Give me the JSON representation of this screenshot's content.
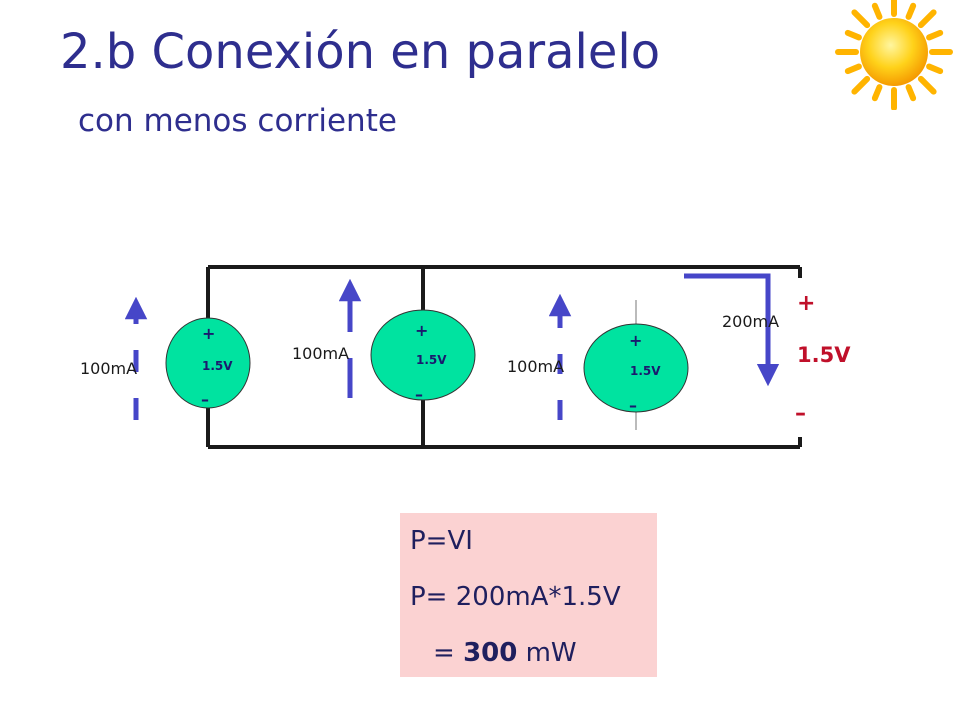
{
  "slide": {
    "title": "2.b Conexión en paralelo",
    "subtitle": "con menos corriente"
  },
  "circuit": {
    "cells": [
      {
        "plus": "+",
        "voltage": "1.5V",
        "minus": "–",
        "current": "100mA"
      },
      {
        "plus": "+",
        "voltage": "1.5V",
        "minus": "–",
        "current": "100mA"
      },
      {
        "plus": "+",
        "voltage": "1.5V",
        "minus": "–",
        "current": "100mA"
      }
    ],
    "output": {
      "current": "200mA",
      "plus": "+",
      "voltage": "1.5V",
      "minus": "–"
    }
  },
  "power": {
    "formula": "P=VI",
    "calc": "P= 200mA*1.5V",
    "result_prefix": "= ",
    "result_value": "300",
    "result_unit": " mW"
  },
  "colors": {
    "title": "#2e2e8e",
    "cell_fill": "#00e3a0",
    "arrow": "#4646c8",
    "terminal": "#c0102a",
    "power_box": "#fbd2d2",
    "sun": "#ffcc00"
  },
  "icons": {
    "sun": "sun-icon"
  }
}
